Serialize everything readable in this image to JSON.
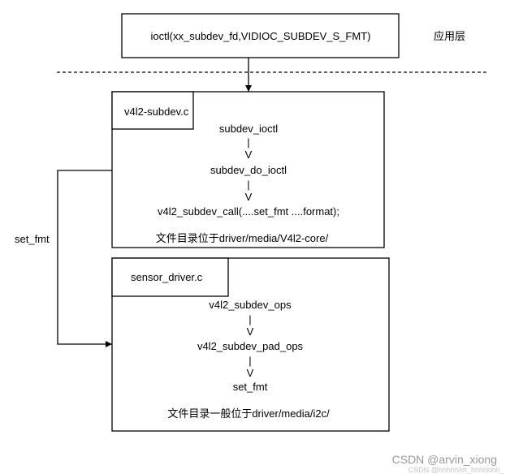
{
  "colors": {
    "stroke": "#000000",
    "background": "#ffffff",
    "watermark": "#b3b3b3"
  },
  "top_box": {
    "call": "ioctl(xx_subdev_fd,VIDIOC_SUBDEV_S_FMT)"
  },
  "layer_label": "应用层",
  "v4l2_box": {
    "file": "v4l2-subdev.c",
    "lines": [
      "subdev_ioctl",
      "|",
      "V",
      "subdev_do_ioctl",
      "|",
      "V",
      "v4l2_subdev_call(....set_fmt ....format);"
    ],
    "dir_note": "文件目录位于driver/media/V4l2-core/"
  },
  "side_label": "set_fmt",
  "sensor_box": {
    "file": "sensor_driver.c",
    "lines": [
      "v4l2_subdev_ops",
      "|",
      "V",
      "v4l2_subdev_pad_ops",
      "|",
      "V",
      "set_fmt"
    ],
    "dir_note": "文件目录一般位于driver/media/i2c/"
  },
  "watermark": {
    "main": "CSDN @arvin_xiong",
    "sub": "CSDN @hhhhhhh_hhhhhhh_"
  }
}
